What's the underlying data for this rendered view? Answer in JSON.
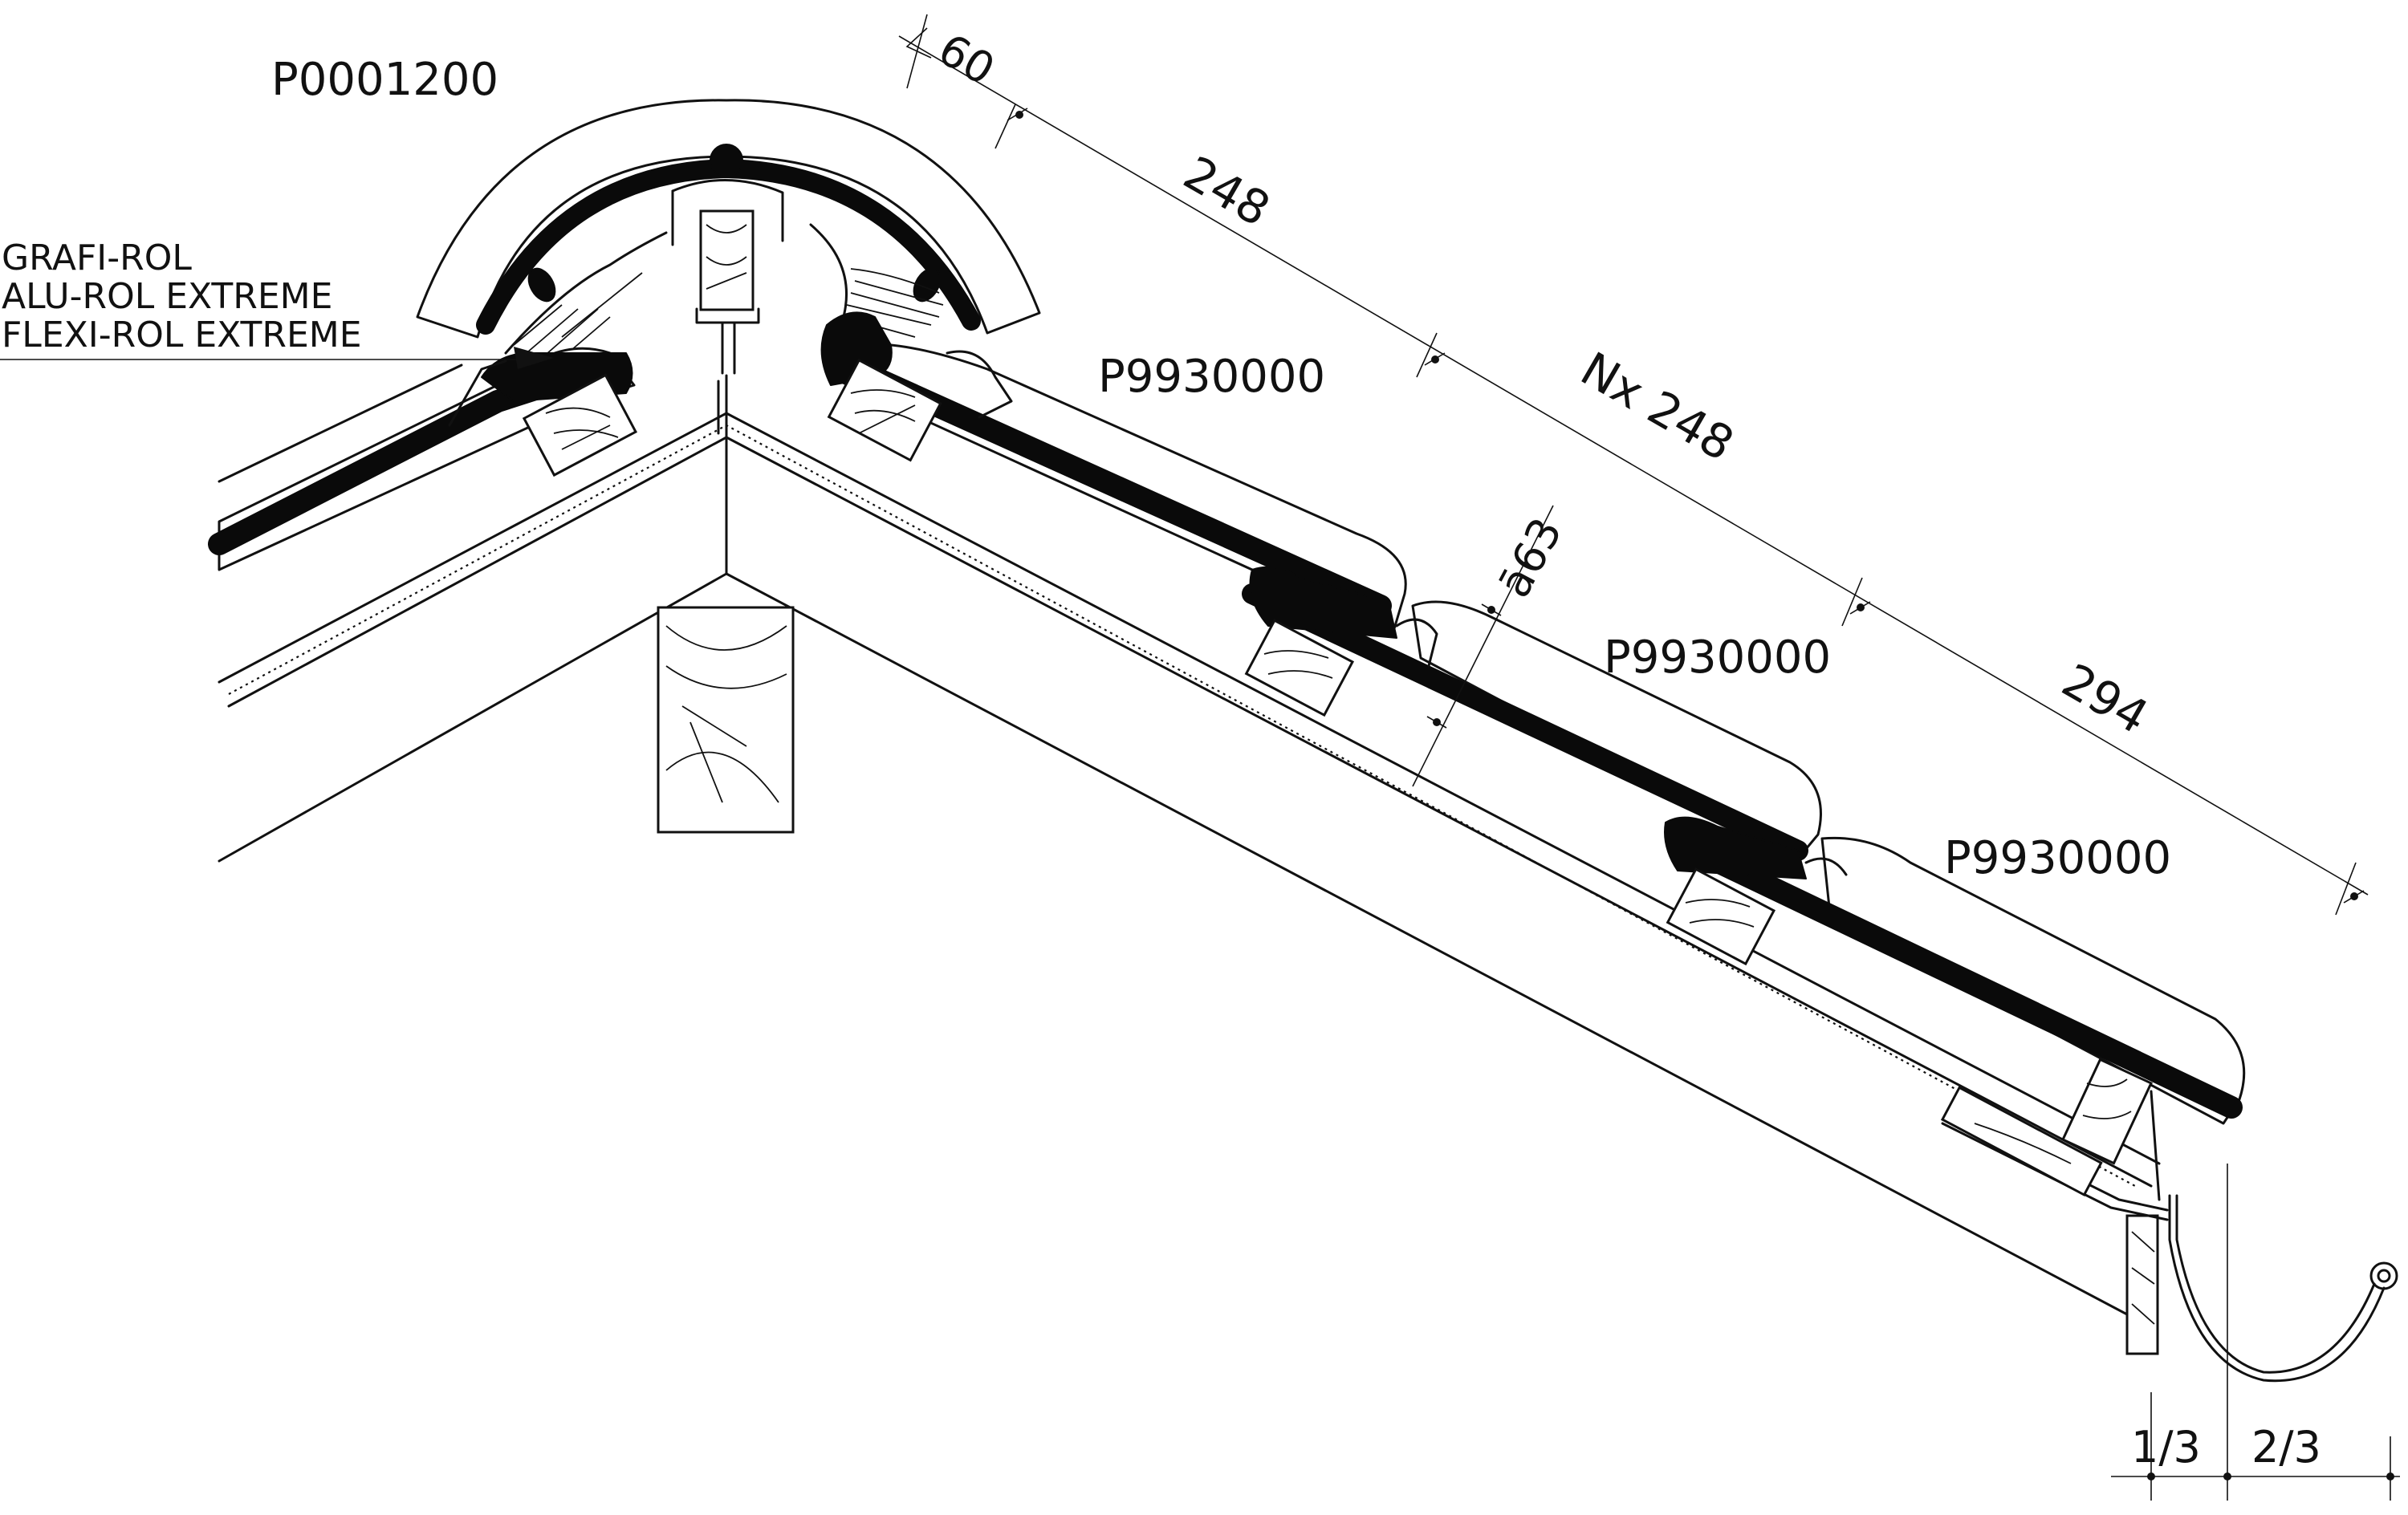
{
  "labels": {
    "ridge_code": "P0001200",
    "material_lines": [
      "GRAFI-ROL",
      "ALU-ROL EXTREME",
      "FLEXI-ROL EXTREME"
    ],
    "tile_code_1": "P9930000",
    "tile_code_2": "P9930000",
    "tile_code_3": "P9930000"
  },
  "dimensions": {
    "angle": "60",
    "first_batten": "248",
    "batten_spacing": "Nx 248",
    "overlap": "ā63",
    "eaves_batten": "294",
    "gutter_left": "1/3",
    "gutter_right": "2/3"
  },
  "colors": {
    "line": "#111111",
    "seal": "#0a0a0a",
    "background": "#ffffff"
  }
}
